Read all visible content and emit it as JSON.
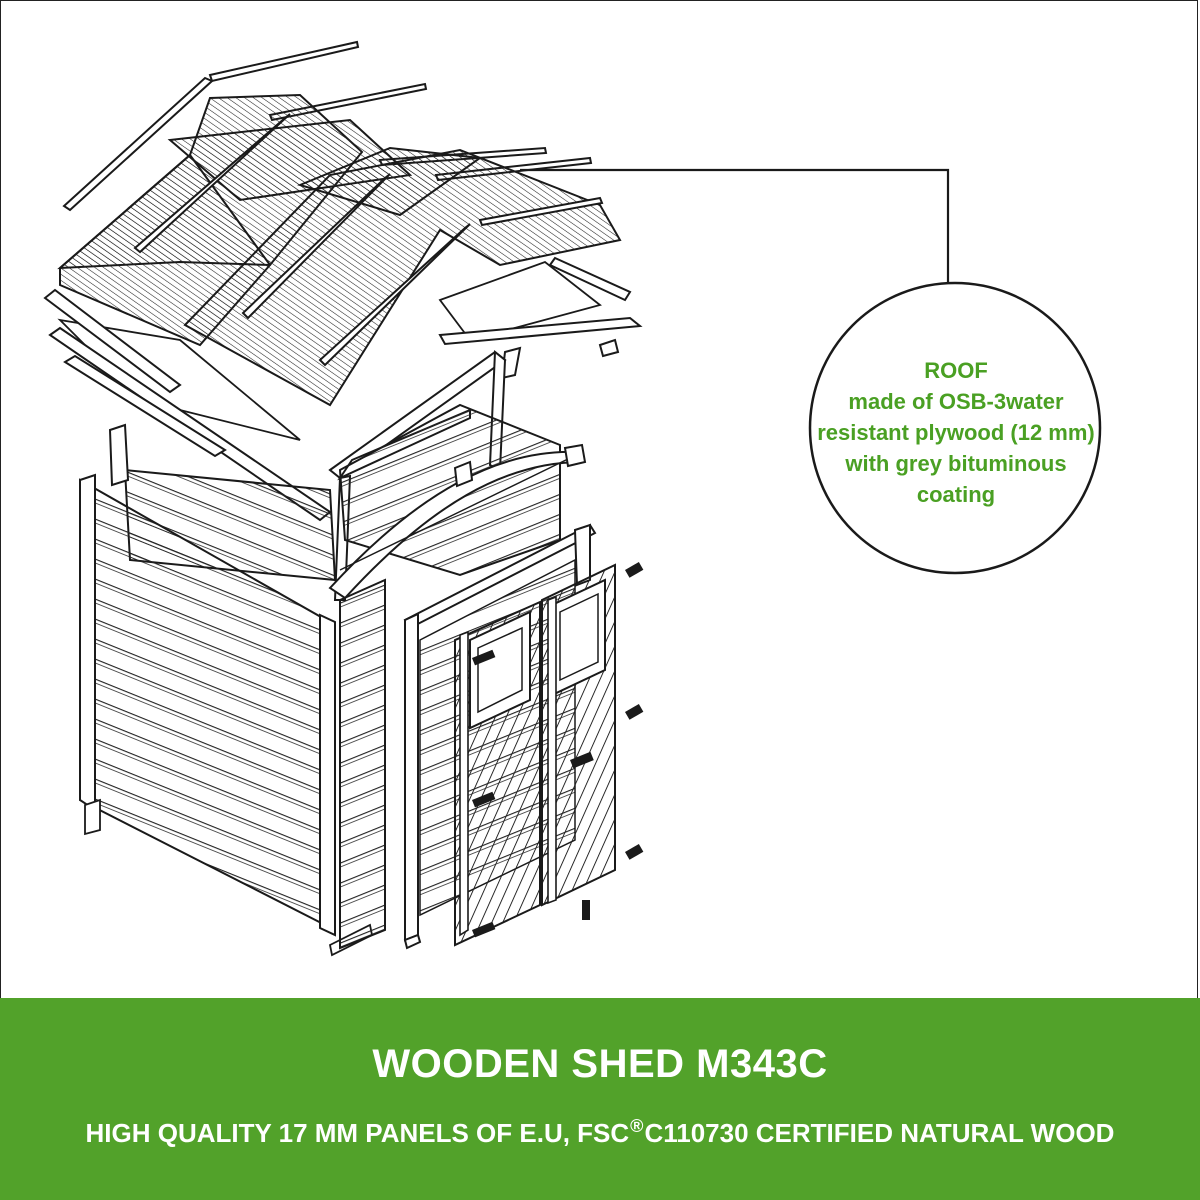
{
  "callout": {
    "lines": [
      "ROOF",
      "made of OSB-3water",
      "resistant plywood (12 mm)",
      "with grey bituminous",
      "coating"
    ],
    "color": "#4aa023"
  },
  "banner": {
    "title": "WOODEN SHED M343C",
    "subtitle_before": "HIGH QUALITY 17 MM PANELS OF E.U, FSC",
    "registered_mark": "®",
    "subtitle_after": "C110730 CERTIFIED NATURAL WOOD",
    "background": "#52a22a",
    "text_color": "#ffffff"
  },
  "illustration": {
    "subject": "exploded view of wooden shed",
    "line_color": "#1a1a1a"
  }
}
